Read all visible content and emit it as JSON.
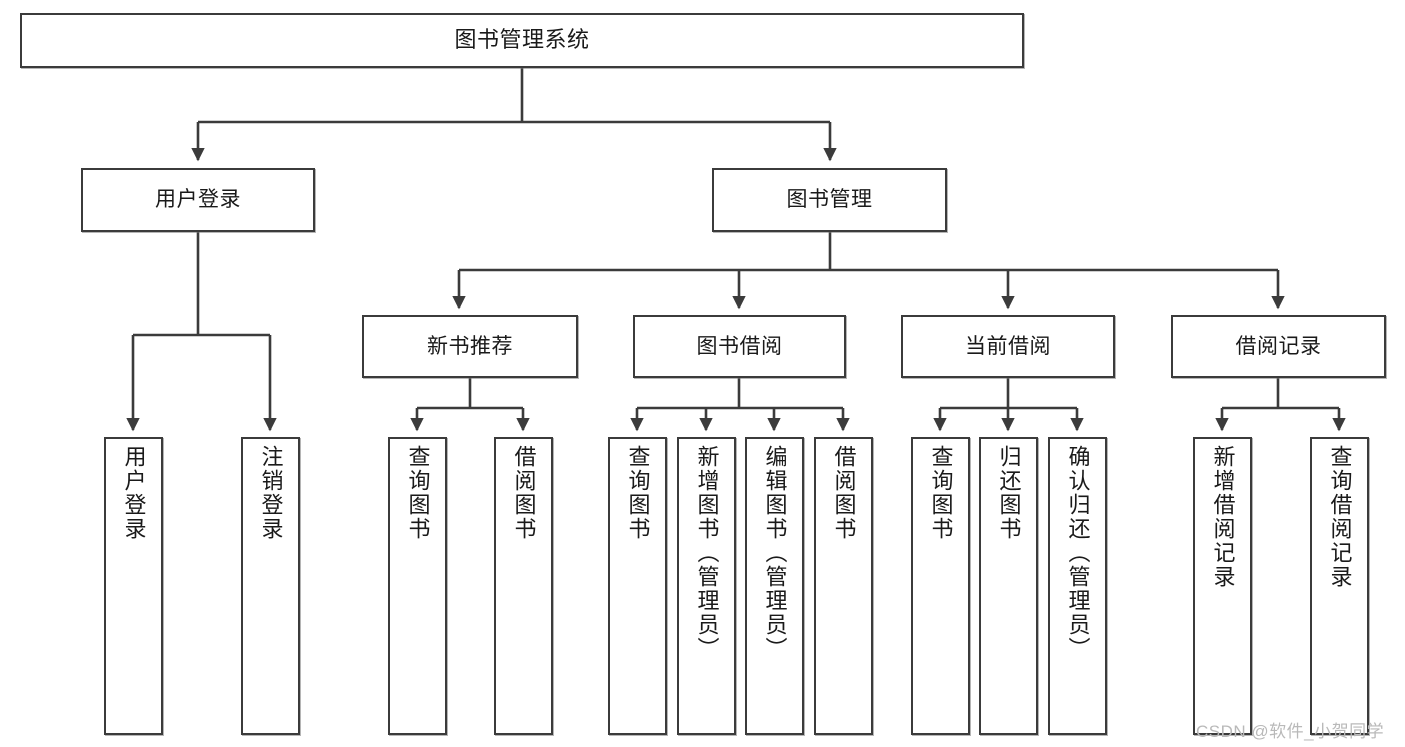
{
  "diagram": {
    "title": "图书管理系统",
    "type": "function-structure-tree",
    "orientation": "top-down",
    "colors": {
      "node_border": "#3b3b3b",
      "node_fill": "#ffffff",
      "edge": "#3b3b3b",
      "text": "#1a1a1a",
      "watermark": "#b9b9b9"
    }
  },
  "nodes": {
    "root": {
      "label": "图书管理系统",
      "level": 0
    },
    "level1": [
      {
        "id": "user-login",
        "label": "用户登录"
      },
      {
        "id": "book-manage",
        "label": "图书管理"
      }
    ],
    "level2": [
      {
        "id": "new-book-recommend",
        "label": "新书推荐",
        "parent": "book-manage"
      },
      {
        "id": "book-borrow",
        "label": "图书借阅",
        "parent": "book-manage"
      },
      {
        "id": "current-borrow",
        "label": "当前借阅",
        "parent": "book-manage"
      },
      {
        "id": "borrow-record",
        "label": "借阅记录",
        "parent": "book-manage"
      }
    ],
    "leaves": [
      {
        "id": "leaf-user-login",
        "label": "用户登录",
        "parent": "user-login"
      },
      {
        "id": "leaf-user-logout",
        "label": "注销登录",
        "parent": "user-login"
      },
      {
        "id": "leaf-query-book-1",
        "label": "查询图书",
        "parent": "new-book-recommend"
      },
      {
        "id": "leaf-borrow-book-1",
        "label": "借阅图书",
        "parent": "new-book-recommend"
      },
      {
        "id": "leaf-query-book-2",
        "label": "查询图书",
        "parent": "book-borrow"
      },
      {
        "id": "leaf-add-book",
        "label": "新增图书（管理员）",
        "parent": "book-borrow"
      },
      {
        "id": "leaf-edit-book",
        "label": "编辑图书（管理员）",
        "parent": "book-borrow"
      },
      {
        "id": "leaf-borrow-book-2",
        "label": "借阅图书",
        "parent": "book-borrow"
      },
      {
        "id": "leaf-query-book-3",
        "label": "查询图书",
        "parent": "current-borrow"
      },
      {
        "id": "leaf-return-book",
        "label": "归还图书",
        "parent": "current-borrow"
      },
      {
        "id": "leaf-confirm-return",
        "label": "确认归还（管理员）",
        "parent": "current-borrow"
      },
      {
        "id": "leaf-add-record",
        "label": "新增借阅记录",
        "parent": "borrow-record"
      },
      {
        "id": "leaf-query-record",
        "label": "查询借阅记录",
        "parent": "borrow-record"
      }
    ]
  },
  "watermark": {
    "text": "CSDN @软件_小贺同学"
  }
}
